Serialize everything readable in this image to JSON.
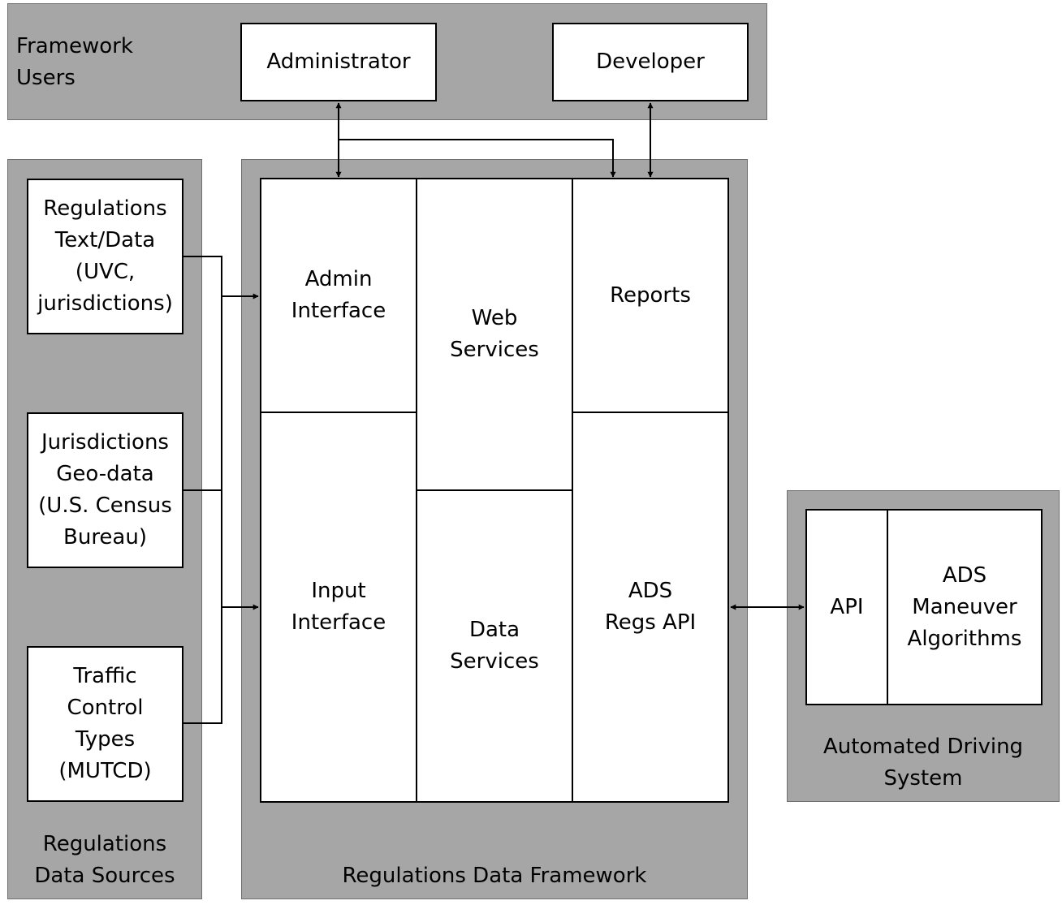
{
  "framework_users": {
    "label": "Framework\nUsers",
    "administrator": "Administrator",
    "developer": "Developer"
  },
  "data_sources": {
    "label": "Regulations\nData Sources",
    "items": [
      "Regulations\nText/Data\n(UVC,\njurisdictions)",
      "Jurisdictions\nGeo-data\n(U.S. Census\nBureau)",
      "Traffic\nControl\nTypes\n(MUTCD)"
    ]
  },
  "framework": {
    "label": "Regulations Data Framework",
    "admin_interface": "Admin\nInterface",
    "input_interface": "Input\nInterface",
    "web_services": "Web\nServices",
    "data_services": "Data\nServices",
    "reports": "Reports",
    "ads_regs_api": "ADS\nRegs API"
  },
  "ads": {
    "label": "Automated Driving\nSystem",
    "api": "API",
    "algorithms": "ADS\nManeuver\nAlgorithms"
  }
}
